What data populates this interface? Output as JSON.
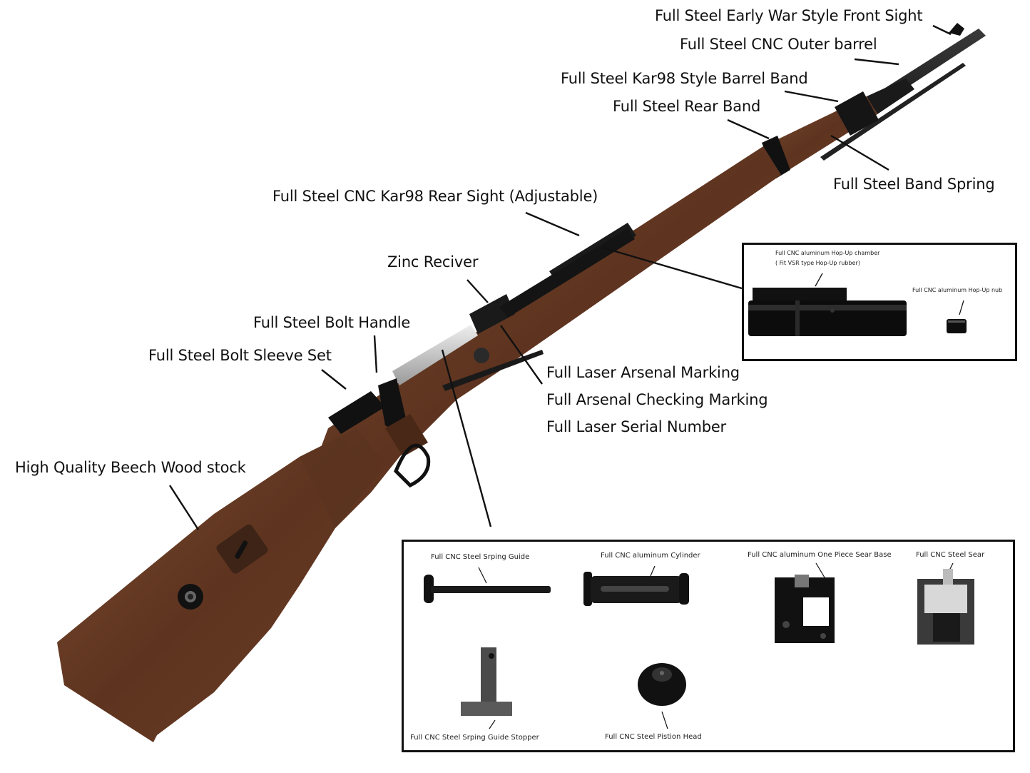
{
  "diagram": {
    "subject": "Kar98 style rifle with component callouts",
    "colors": {
      "background": "#ffffff",
      "wood": "#6b3e24",
      "wood_dark": "#4a2817",
      "steel": "#1a1a1a",
      "bolt_silver": "#c9c9c9",
      "leader_line": "#111111",
      "panel_border": "#111111"
    },
    "callouts": [
      {
        "id": "front-sight",
        "text": "Full Steel Early War Style Front Sight"
      },
      {
        "id": "outer-barrel",
        "text": "Full Steel CNC Outer barrel"
      },
      {
        "id": "barrel-band",
        "text": "Full Steel Kar98 Style Barrel Band"
      },
      {
        "id": "rear-band",
        "text": "Full Steel Rear Band"
      },
      {
        "id": "band-spring",
        "text": "Full Steel Band Spring"
      },
      {
        "id": "rear-sight",
        "text": "Full Steel CNC Kar98 Rear Sight (Adjustable)"
      },
      {
        "id": "receiver",
        "text": "Zinc Reciver"
      },
      {
        "id": "bolt-handle",
        "text": "Full Steel Bolt Handle"
      },
      {
        "id": "bolt-sleeve",
        "text": "Full Steel Bolt Sleeve Set"
      },
      {
        "id": "markings-1",
        "text": "Full Laser Arsenal Marking"
      },
      {
        "id": "markings-2",
        "text": "Full Arsenal Checking Marking"
      },
      {
        "id": "markings-3",
        "text": "Full Laser Serial Number"
      },
      {
        "id": "stock",
        "text": "High Quality Beech Wood stock"
      }
    ],
    "hopup_panel": {
      "chamber_label": "Full CNC aluminum Hop-Up chamber",
      "chamber_note": "( Fit VSR type Hop-Up rubber)",
      "nub_label": "Full CNC aluminum Hop-Up nub"
    },
    "internals_panel": {
      "parts": [
        {
          "id": "spring-guide",
          "text": "Full CNC Steel Srping Guide"
        },
        {
          "id": "cylinder",
          "text": "Full CNC aluminum Cylinder"
        },
        {
          "id": "sear-base",
          "text": "Full CNC aluminum One Piece Sear Base"
        },
        {
          "id": "sear",
          "text": "Full CNC Steel Sear"
        },
        {
          "id": "spring-guide-stopper",
          "text": "Full CNC Steel Srping Guide Stopper"
        },
        {
          "id": "piston-head",
          "text": "Full CNC Steel Pistion Head"
        }
      ]
    }
  }
}
